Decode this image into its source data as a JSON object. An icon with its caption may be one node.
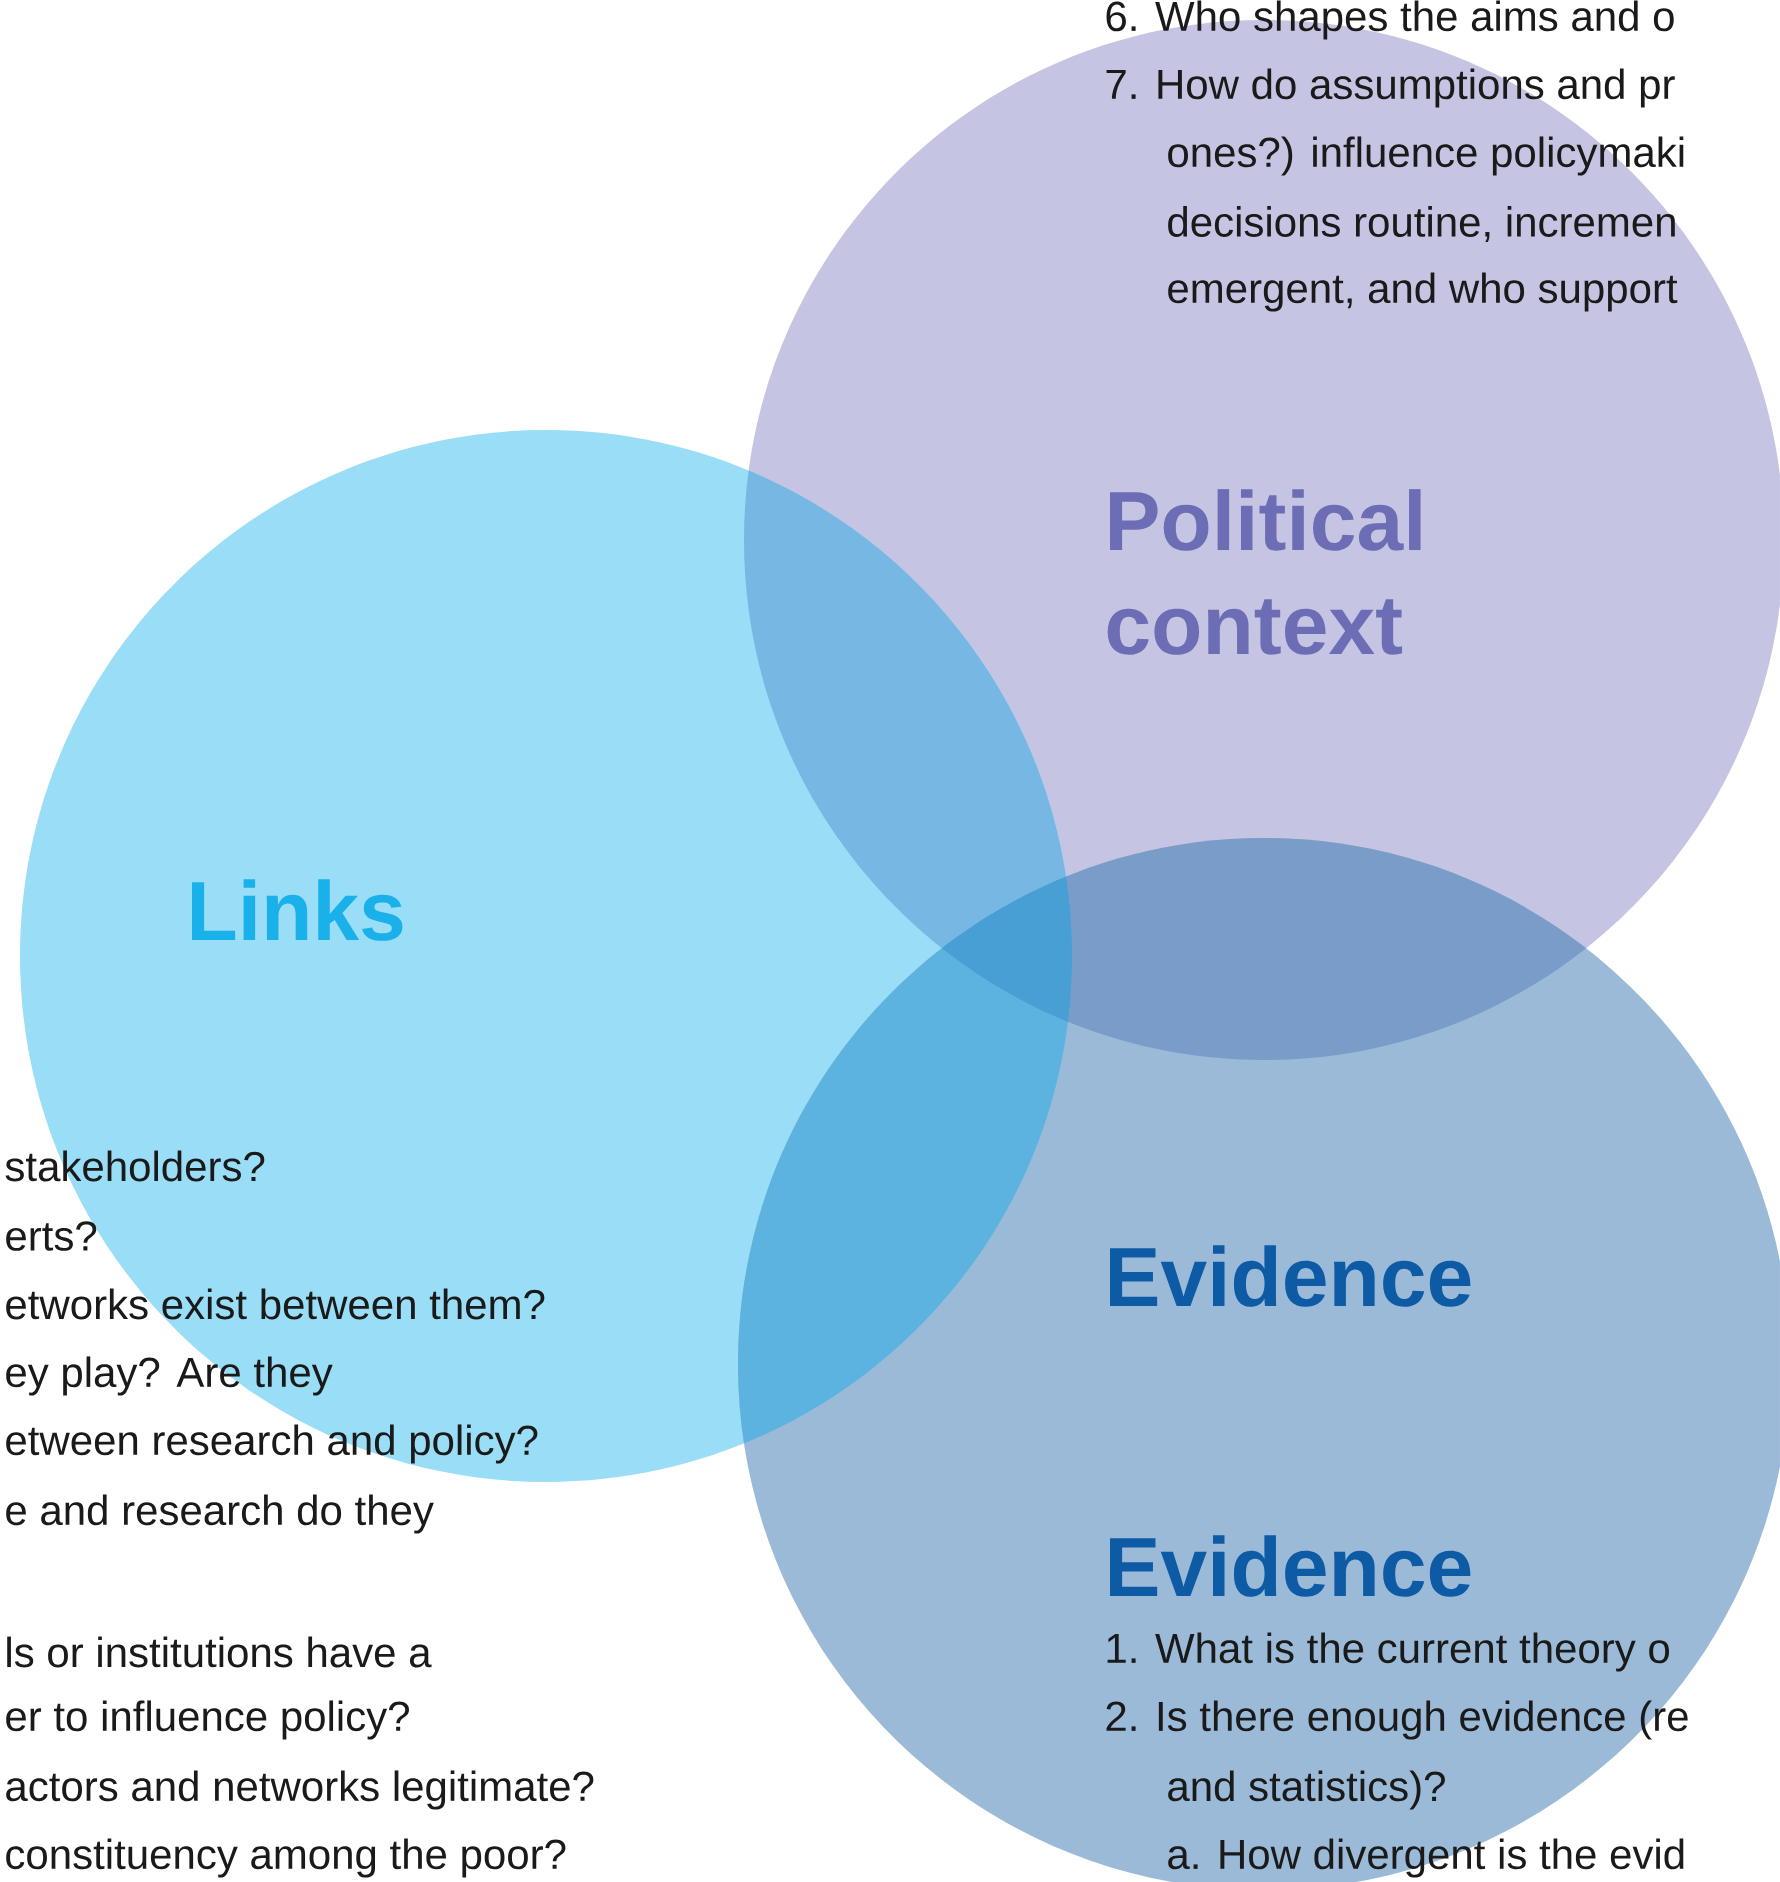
{
  "diagram": {
    "nodes": [
      {
        "text": [
          "Political context"
        ]
      },
      {
        "text": [
          "Links"
        ]
      },
      {
        "text": [
          "Evidence"
        ]
      }
    ],
    "labels": [
      "6. Who shapes the aims and o",
      "7. How do assumptions and pr",
      "ones?) influence policymaki",
      "decisions routine, incremen",
      "emergent, and who support",
      "stakeholders?",
      "erts?",
      "etworks exist between them?",
      "ey play? Are they",
      "etween research and policy?",
      "e and research do they",
      "ls or institutions have a",
      "er to influence policy?",
      "actors and networks legitimate?",
      "constituency among the poor?",
      "Evidence",
      "1. What is the current theory o",
      "2. Is there enough evidence (re",
      "and statistics)?",
      "a. How divergent is the evid"
    ]
  }
}
